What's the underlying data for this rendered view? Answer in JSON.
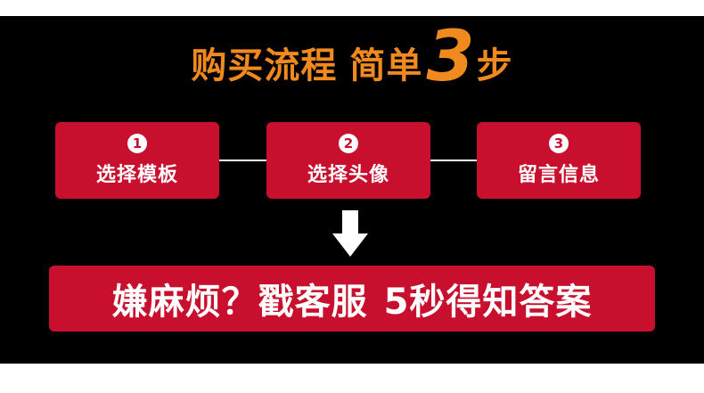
{
  "title": {
    "part1": "购买流程",
    "part2": "简单",
    "number": "3",
    "part3": "步"
  },
  "steps": [
    {
      "badge": "1",
      "label": "选择模板"
    },
    {
      "badge": "2",
      "label": "选择头像"
    },
    {
      "badge": "3",
      "label": "留言信息"
    }
  ],
  "cta": {
    "question": "嫌麻烦？戳客服",
    "answer": "5秒得知答案"
  },
  "colors": {
    "background": "#000000",
    "accent_orange": "#f08a1e",
    "brand_red": "#c8102e",
    "text_white": "#ffffff"
  },
  "icons": {
    "down_arrow": "down-arrow-icon"
  }
}
